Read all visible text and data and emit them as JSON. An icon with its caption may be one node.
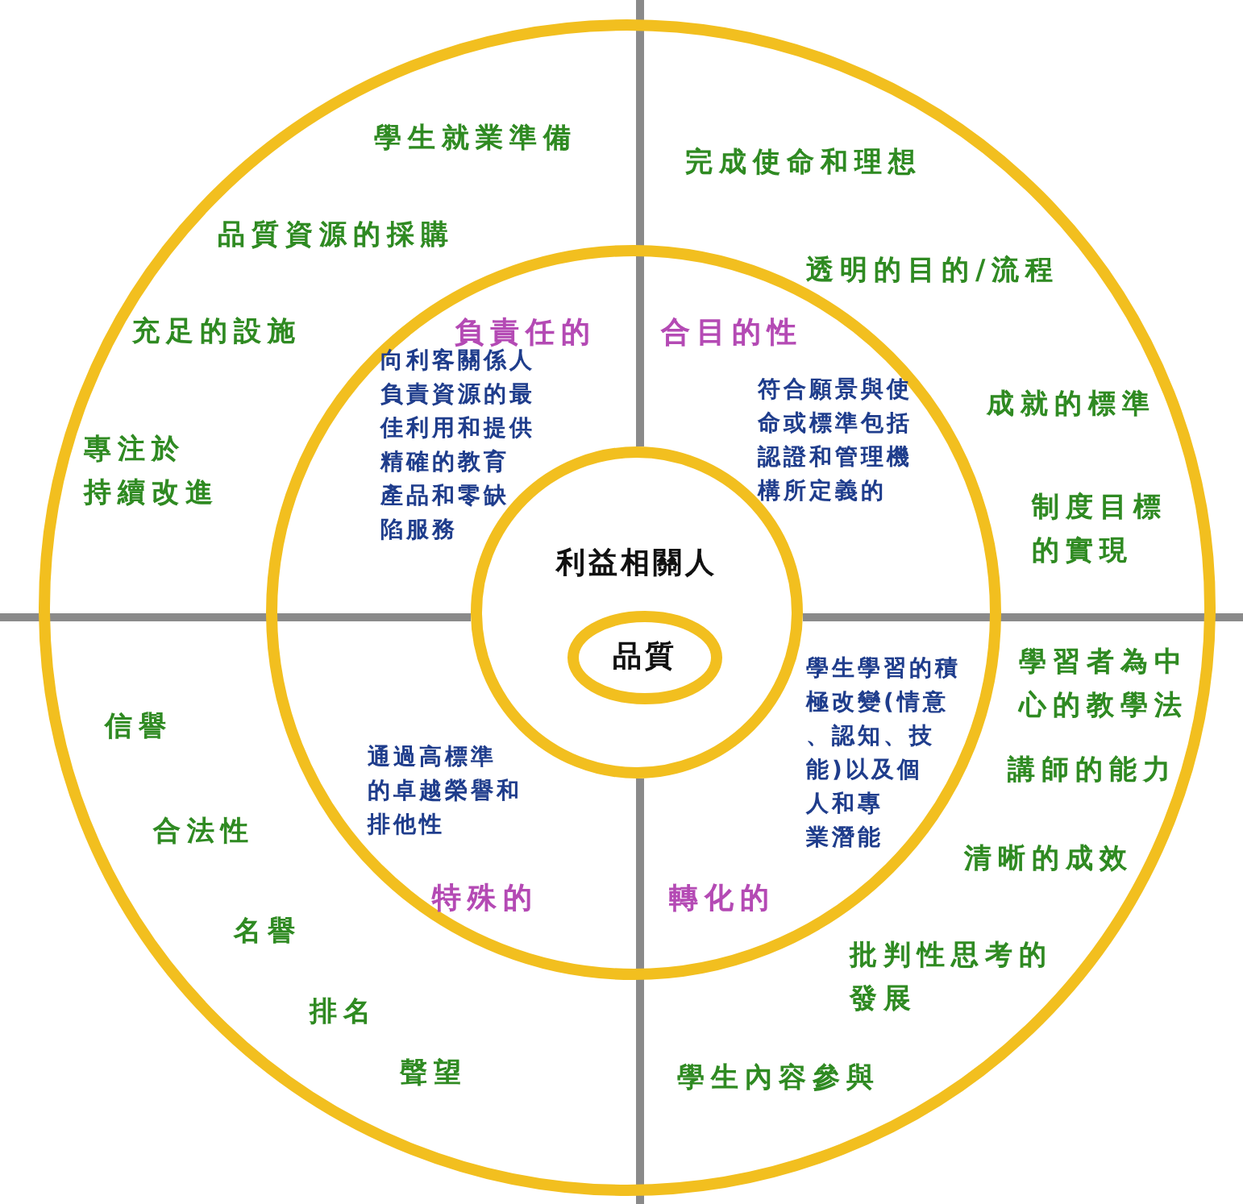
{
  "diagram": {
    "nodes": [
      {
        "text": [
          "學生就業準備",
          "品質資源的採購",
          "充足的設施",
          "專注於持續改進",
          "完成使命和理想",
          "透明的目的/流程",
          "成就的標準",
          "制度目標的實現",
          "信譽",
          "合法性",
          "名譽",
          "排名",
          "聲望",
          "學習者為中心的教學法",
          "講師的能力",
          "清晰的成效",
          "批判性思考的發展",
          "學生內容參與"
        ]
      },
      {
        "text": [
          "負責任的",
          "向利客關係人負責資源的最佳利用和提供精確的教育產品和零缺陷服務",
          "合目的性",
          "符合願景與使命或標準包括認證和管理機構所定義的",
          "通過高標準的卓越榮譽和排他性",
          "特殊的",
          "學生學習的積極改變(情意、認知、技能)以及個人和專業潛能",
          "轉化的"
        ],
        "in": 0
      },
      {
        "text": [
          "利益相關人"
        ],
        "in": 1
      },
      {
        "text": [
          "品質"
        ],
        "in": 2
      }
    ]
  }
}
